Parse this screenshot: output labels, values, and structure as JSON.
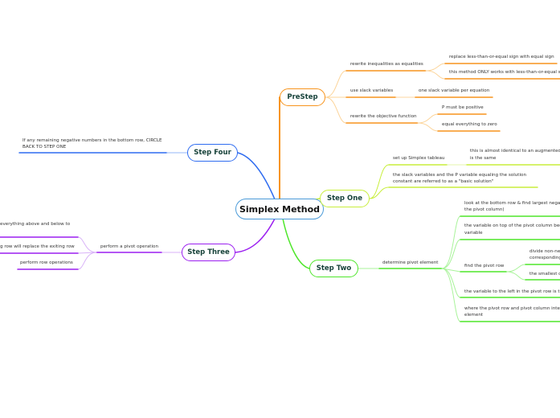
{
  "center": "Simplex Method",
  "colors": {
    "prestep": "#f7941d",
    "step_one": "#c8ee3c",
    "step_two": "#4ee62a",
    "step_three": "#9b1ff0",
    "step_four": "#2f6cf0",
    "center": "#4a9ad8"
  },
  "prestep": {
    "label": "PreStep",
    "rewrite_inequalities": "rewrite inequalities as equalities",
    "replace_sign": "replace less-than-or-equal sign with equal sign",
    "only_works": "this method ONLY works with less-than-or-equal s",
    "use_slack": "use slack variables",
    "one_slack": "one slack variable per equation",
    "rewrite_objective": "rewrite the objective function",
    "p_positive": "P must be positive",
    "equal_zero": "equal everything to zero"
  },
  "step_one": {
    "label": "Step One",
    "setup": "set up Simplex tableau",
    "almost_identical_1": "this is almost identical to an augmented",
    "almost_identical_2": "is the same",
    "basic_solution_1": "the slack variables and the P variable equaling the solution",
    "basic_solution_2": "constant are referred to as a \"basic solution\""
  },
  "step_two": {
    "label": "Step Two",
    "determine": "determine pivot element",
    "look_bottom_1": "look at the bottom row & find largest negat",
    "look_bottom_2": "the pivot column)",
    "var_top_1": "the variable on top of the pivot column beco",
    "var_top_2": "variable",
    "find_row": "find the pivot row",
    "divide_1": "divide non-ne",
    "divide_2": "corresponding",
    "smallest": "the smallest q",
    "var_left": "the variable to the left in the pivot row is the",
    "intersect_1": "where the pivot row and pivot column inter",
    "intersect_2": "element"
  },
  "step_three": {
    "label": "Step Three",
    "pivot_op": "perform a pivot operation",
    "everything": "everything above and below to",
    "replace_row": "g row will replace the exiting row",
    "row_ops": "perform row operations"
  },
  "step_four": {
    "label": "Step Four",
    "circle_back_1": "If any remaining negative numbers in the bottom row, CIRCLE",
    "circle_back_2": "BACK TO STEP ONE"
  }
}
